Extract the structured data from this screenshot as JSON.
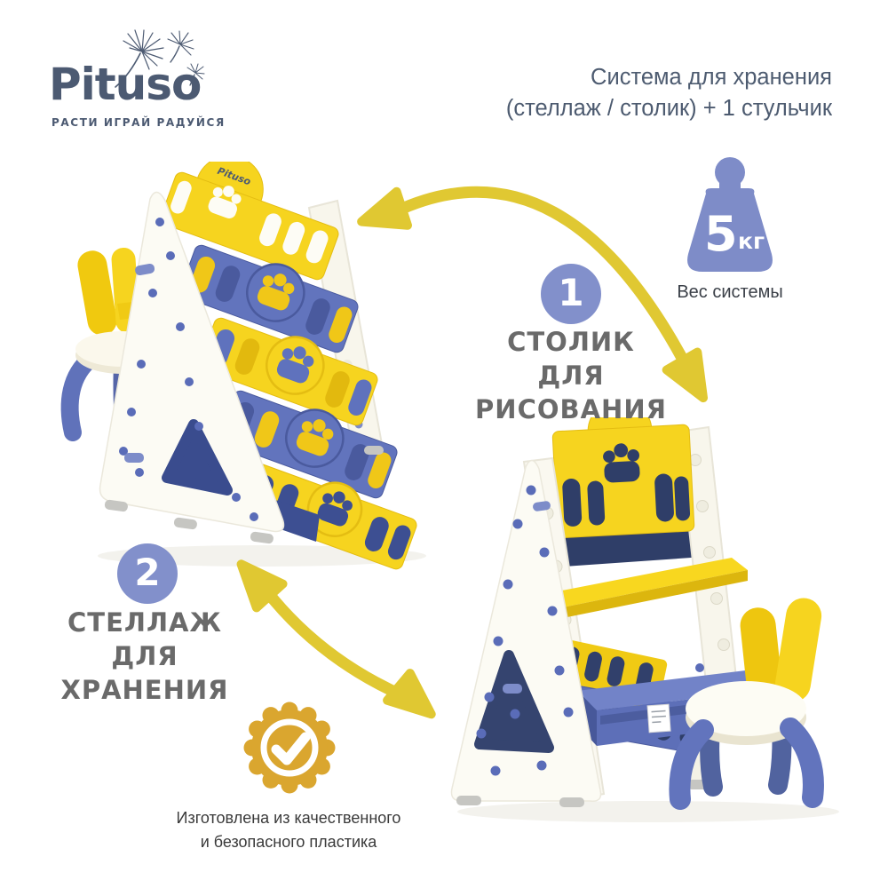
{
  "brand": {
    "name": "Pituso",
    "tagline": "РАСТИ ИГРАЙ РАДУЙСЯ"
  },
  "title": {
    "line1": "Система для хранения",
    "line2": "(стеллаж / столик) + 1 стульчик"
  },
  "weight": {
    "value": "5",
    "unit": "кг",
    "caption": "Вес системы"
  },
  "features": [
    {
      "number": "1",
      "label_lines": [
        "СТОЛИК",
        "ДЛЯ",
        "РИСОВАНИЯ"
      ]
    },
    {
      "number": "2",
      "label_lines": [
        "СТЕЛЛАЖ",
        "ДЛЯ",
        "ХРАНЕНИЯ"
      ]
    }
  ],
  "quality": {
    "line1": "Изготовлена из качественного",
    "line2": "и безопасного пластика"
  },
  "product": {
    "arch_badge": "Pituso"
  },
  "colors": {
    "accent_yellow": "#e0c832",
    "periwinkle": "#8290cb",
    "product_yellow": "#f6d41f",
    "product_blue": "#6274bd",
    "seal_gold": "#daa62f",
    "heading_slate": "#4d5b70",
    "label_gray": "#6a6a6a"
  }
}
